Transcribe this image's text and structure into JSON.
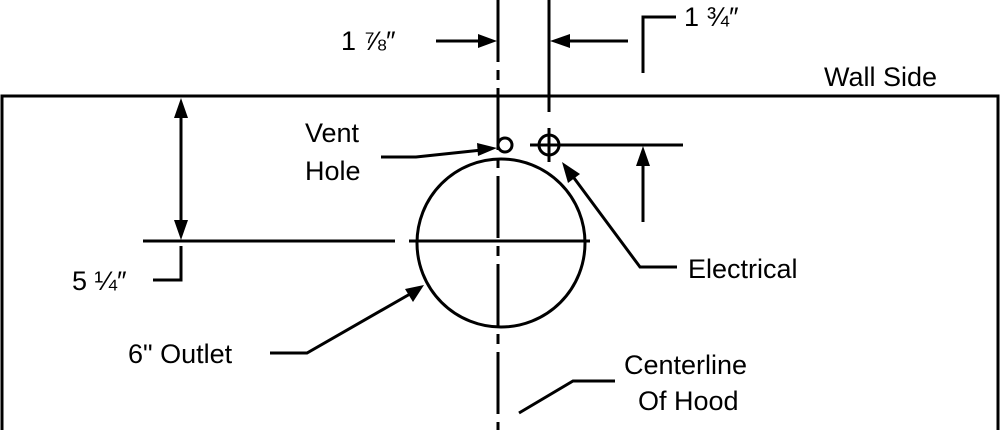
{
  "labels": {
    "wall_side": "Wall Side",
    "dim_left_offset": "1 ⅞″",
    "dim_right_offset": "1 ¾″",
    "vent_hole_line1": "Vent",
    "vent_hole_line2": "Hole",
    "electrical": "Electrical",
    "dim_depth": "5 ¼″",
    "outlet": "6\" Outlet",
    "centerline_line1": "Centerline",
    "centerline_line2": "Of Hood"
  },
  "colors": {
    "line": "#000000",
    "background": "#ffffff"
  }
}
